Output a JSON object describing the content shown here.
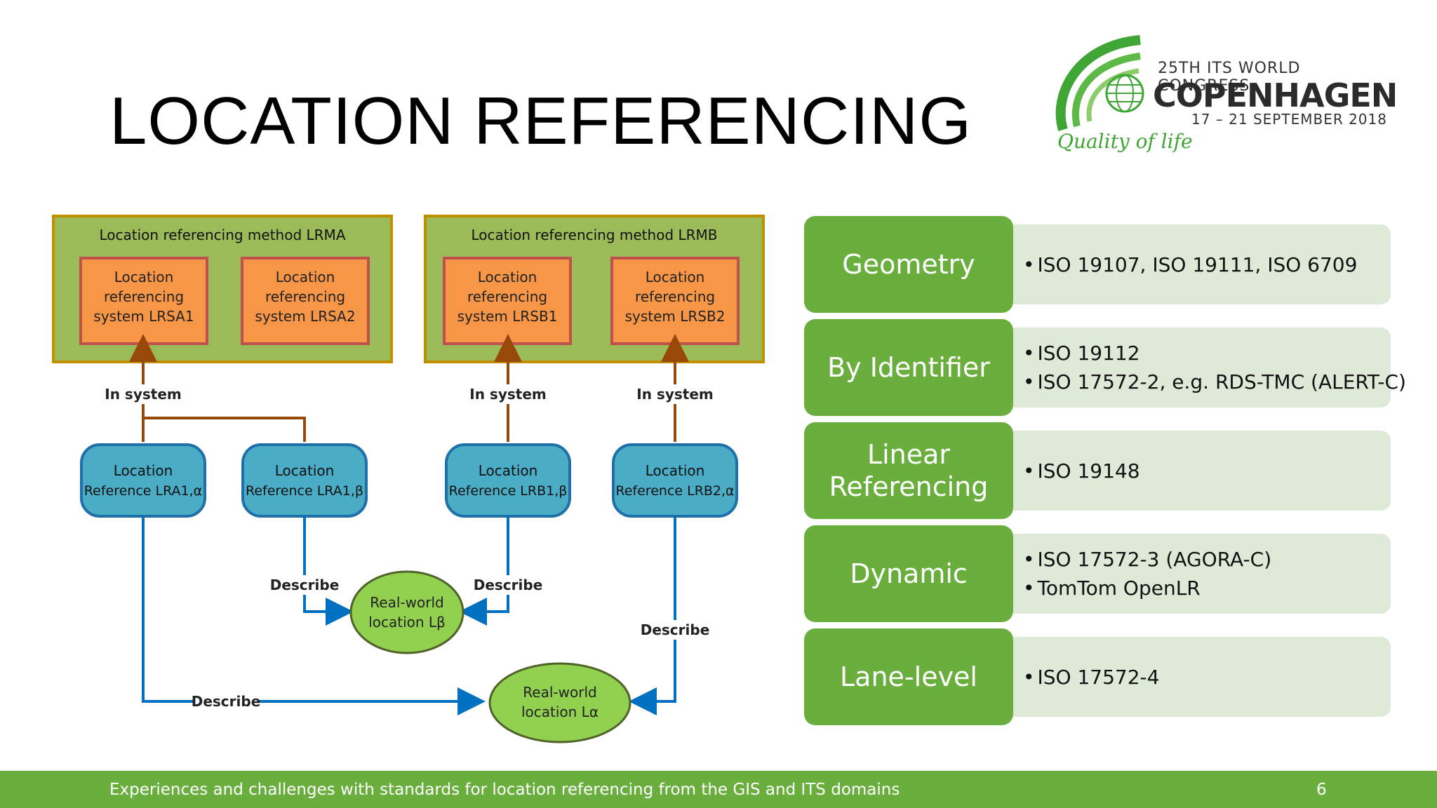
{
  "title": "LOCATION REFERENCING",
  "logo": {
    "line1": "25TH ITS WORLD CONGRESS",
    "line2": "COPENHAGEN",
    "line3": "17 – 21 SEPTEMBER 2018",
    "tagline": "Quality of life"
  },
  "diagram": {
    "lrm_a": "Location referencing method LRMA",
    "lrm_b": "Location referencing method LRMB",
    "lrs": [
      "Location",
      "referencing",
      "system LRSA1",
      "system LRSA2",
      "system LRSB1",
      "system LRSB2"
    ],
    "in_system": "In system",
    "lr": [
      "Location",
      "Reference LRA1,α",
      "Reference LRA1,β",
      "Reference LRB1,β",
      "Reference LRB2,α"
    ],
    "describe": "Describe",
    "rw_beta": [
      "Real-world",
      "location Lβ"
    ],
    "rw_alpha": [
      "Real-world",
      "location Lα"
    ]
  },
  "categories": [
    {
      "label": "Geometry",
      "items": [
        "ISO 19107, ISO 19111, ISO 6709"
      ]
    },
    {
      "label": "By Identifier",
      "items": [
        "ISO 19112",
        "ISO 17572-2, e.g. RDS-TMC (ALERT-C)"
      ]
    },
    {
      "label": "Linear Referencing",
      "items": [
        "ISO 19148"
      ]
    },
    {
      "label": "Dynamic",
      "items": [
        "ISO 17572-3 (AGORA-C)",
        "TomTom OpenLR"
      ]
    },
    {
      "label": "Lane-level",
      "items": [
        "ISO 17572-4"
      ]
    }
  ],
  "footer": {
    "text": "Experiences and challenges with standards for location referencing from the GIS and ITS domains",
    "page": "6"
  },
  "colors": {
    "green": "#6aaf3d",
    "light_green": "#dee9d8",
    "olive_box": "#9bbb59",
    "orange_box": "#f79646",
    "blue_box": "#4bacc6",
    "arrow_brown": "#984807",
    "arrow_blue": "#0070c0",
    "ellipse_green": "#92d050"
  }
}
